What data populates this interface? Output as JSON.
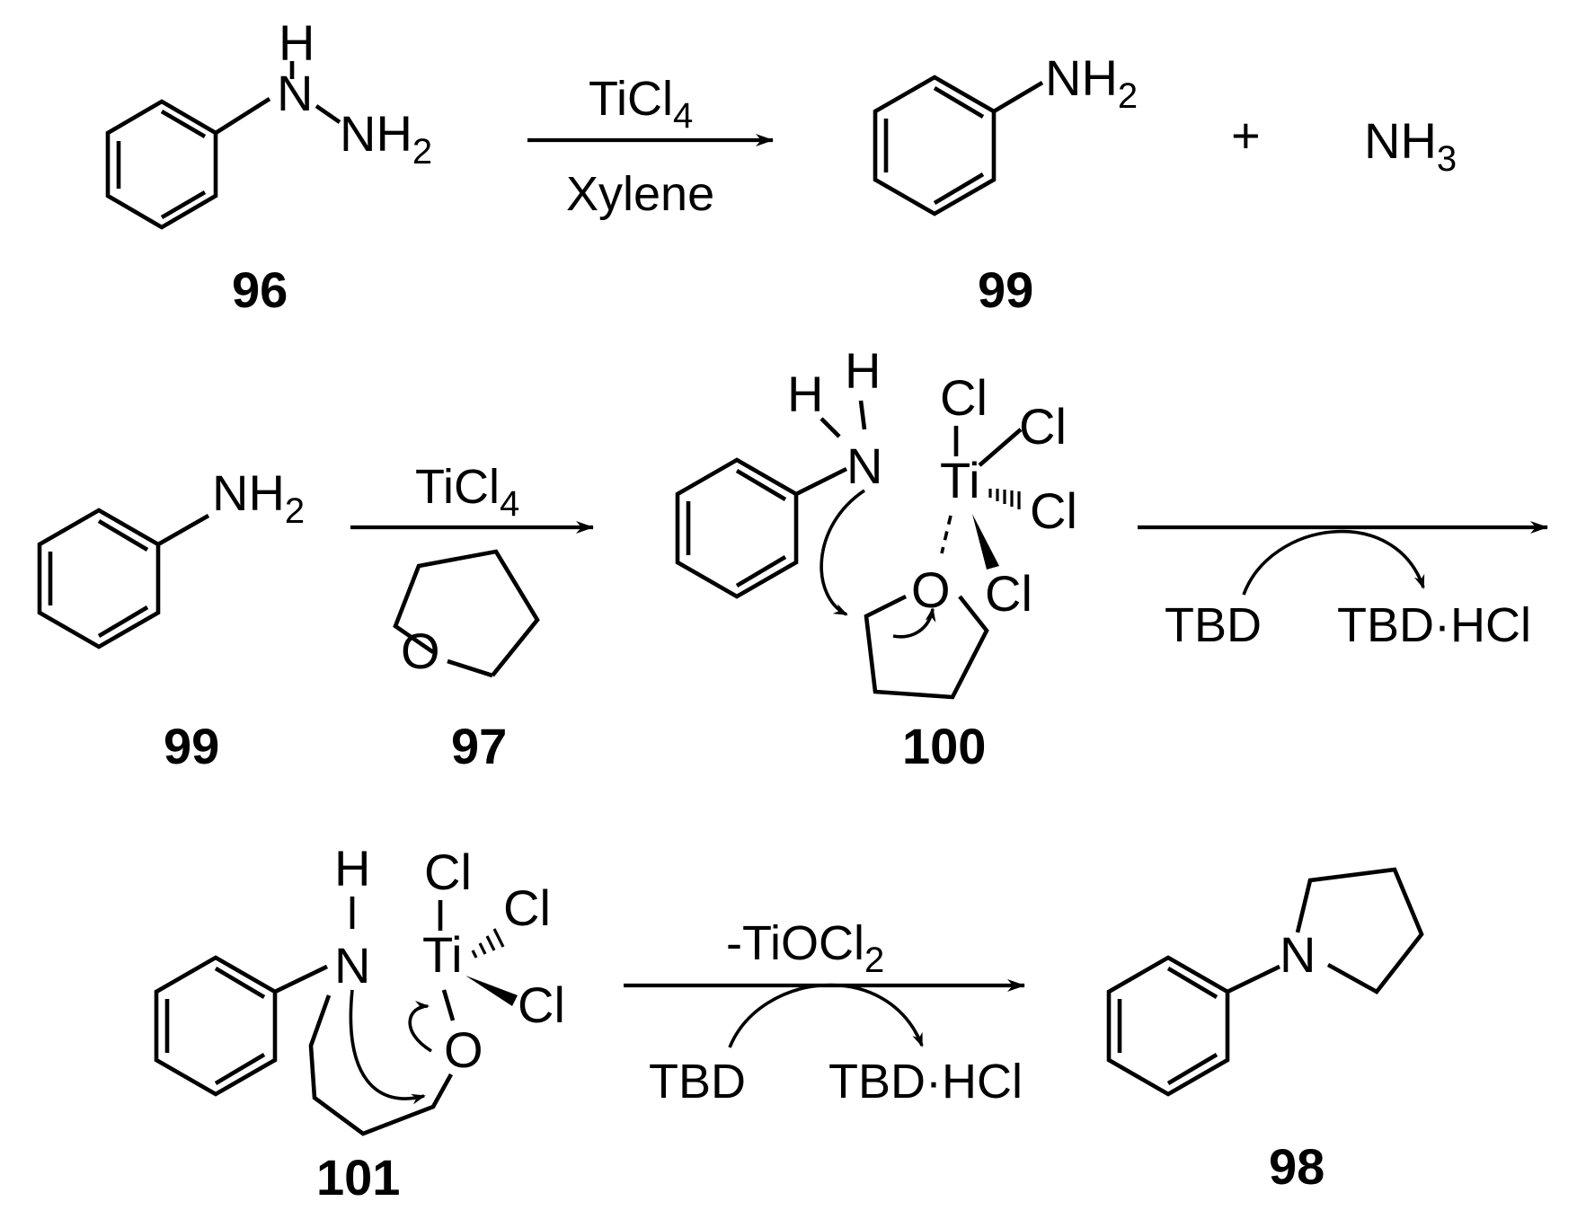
{
  "atoms": {
    "H": "H",
    "N": "N",
    "NH": "NH",
    "NH2_sub": "2",
    "NH3_sub": "3",
    "O": "O",
    "Cl": "Cl",
    "Ti": "Ti"
  },
  "reagents": {
    "ticl4": "TiCl",
    "ticl4_sub": "4",
    "xylene": "Xylene",
    "tbd": "TBD",
    "tbd_hcl": "TBD·HCl",
    "tiocl2": "-TiOCl",
    "tiocl2_sub": "2",
    "plus": "+"
  },
  "compounds": {
    "c96": "96",
    "c99a": "99",
    "c99b": "99",
    "c97": "97",
    "c100": "100",
    "c101": "101",
    "c98": "98"
  }
}
